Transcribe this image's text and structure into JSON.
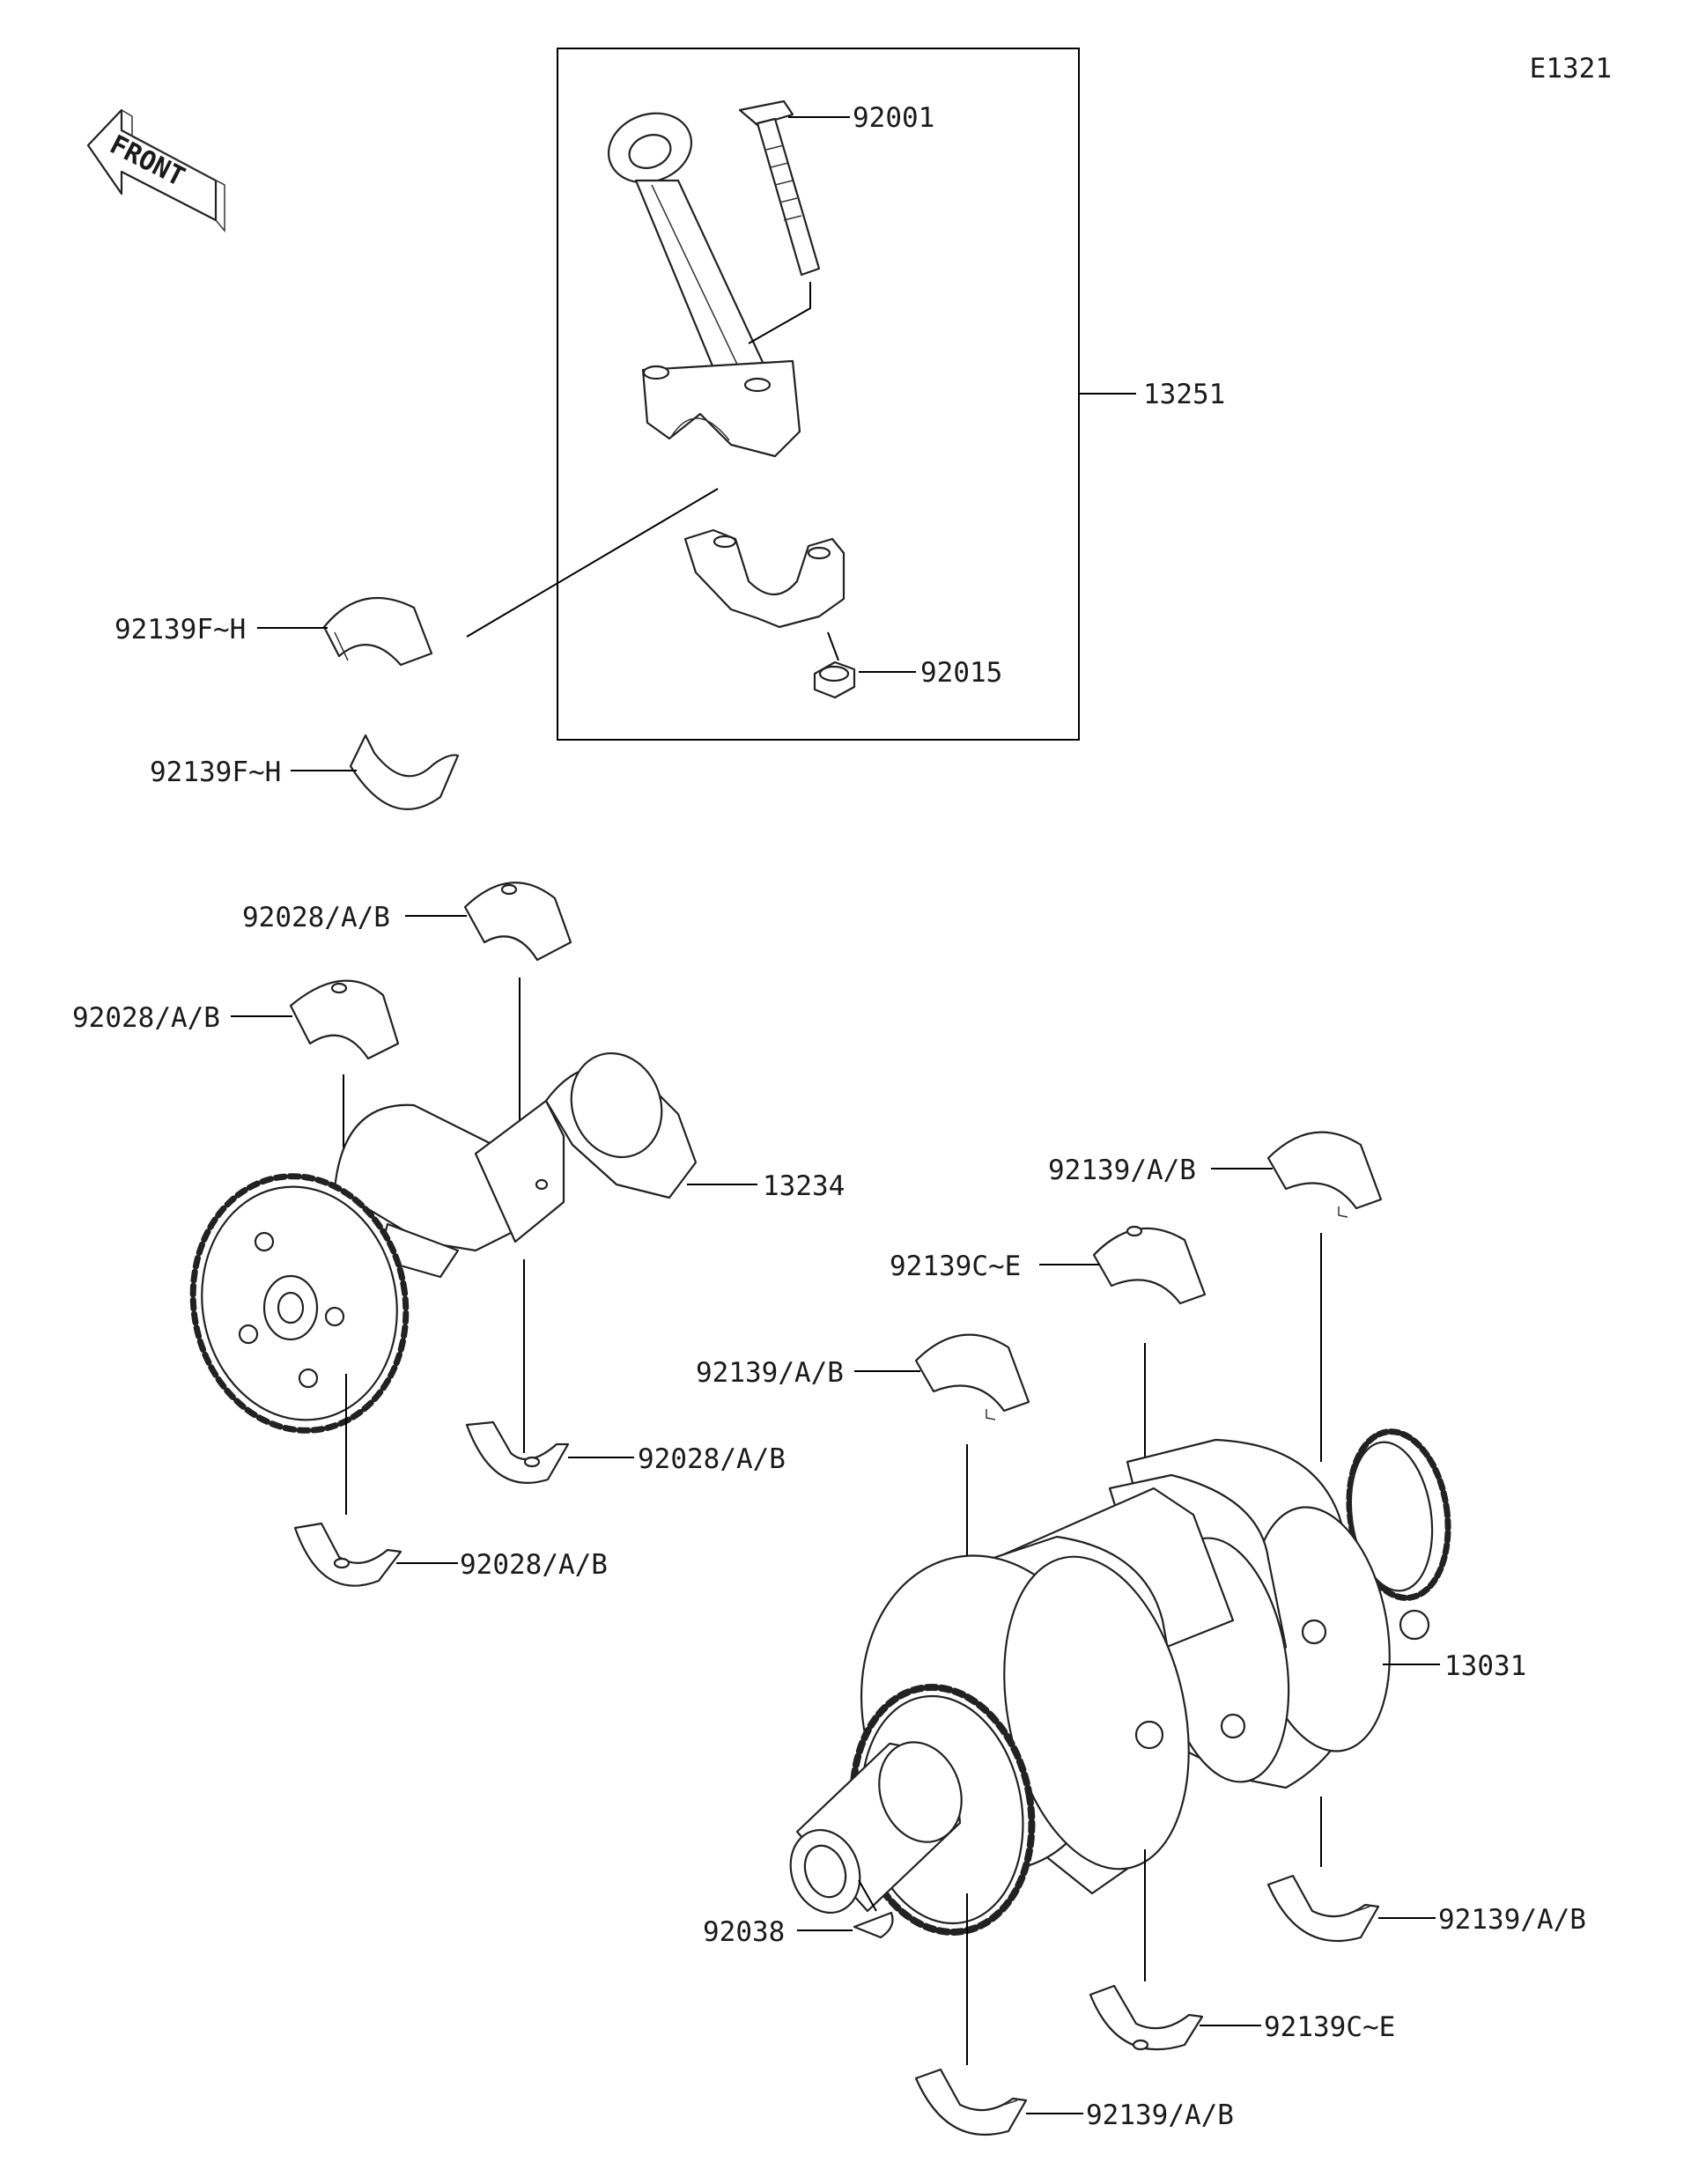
{
  "diagram_id": "E1321",
  "front_label": "FRONT",
  "part_numbers": {
    "con_rod_assy": "13251",
    "con_rod_bolt": "92001",
    "con_rod_nut": "92015",
    "rod_bearing_upper": "92139F~H",
    "rod_bearing_lower": "92139F~H",
    "balancer_bearing_1": "92028/A/B",
    "balancer_bearing_2": "92028/A/B",
    "balancer_bearing_3": "92028/A/B",
    "balancer_bearing_4": "92028/A/B",
    "balancer_shaft": "13234",
    "main_bearing_1": "92139/A/B",
    "main_bearing_ce_1": "92139C~E",
    "main_bearing_2": "92139/A/B",
    "crankshaft": "13031",
    "woodruff_key": "92038",
    "main_bearing_3": "92139/A/B",
    "main_bearing_ce_2": "92139C~E",
    "main_bearing_4": "92139/A/B"
  }
}
